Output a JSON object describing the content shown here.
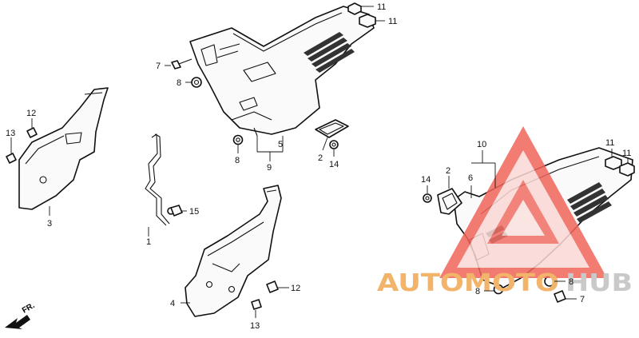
{
  "callouts": {
    "c1": "1",
    "c2a": "2",
    "c2b": "2",
    "c3": "3",
    "c4": "4",
    "c5": "5",
    "c6": "6",
    "c7a": "7",
    "c7b": "7",
    "c8a": "8",
    "c8b": "8",
    "c8c": "8",
    "c8d": "8",
    "c9": "9",
    "c10": "10",
    "c11a": "11",
    "c11b": "11",
    "c11c": "11",
    "c11d": "11",
    "c12a": "12",
    "c12b": "12",
    "c13a": "13",
    "c13b": "13",
    "c14a": "14",
    "c14b": "14",
    "c15": "15"
  },
  "direction_marker": "FR.",
  "watermark": {
    "text_left": "AUTOMOTO",
    "text_right": "HUB",
    "color_left": "#f2b36a",
    "color_right": "#c9c9c9",
    "triangle_color": "#f0645a"
  },
  "colors": {
    "line": "#111111",
    "background": "#ffffff"
  }
}
